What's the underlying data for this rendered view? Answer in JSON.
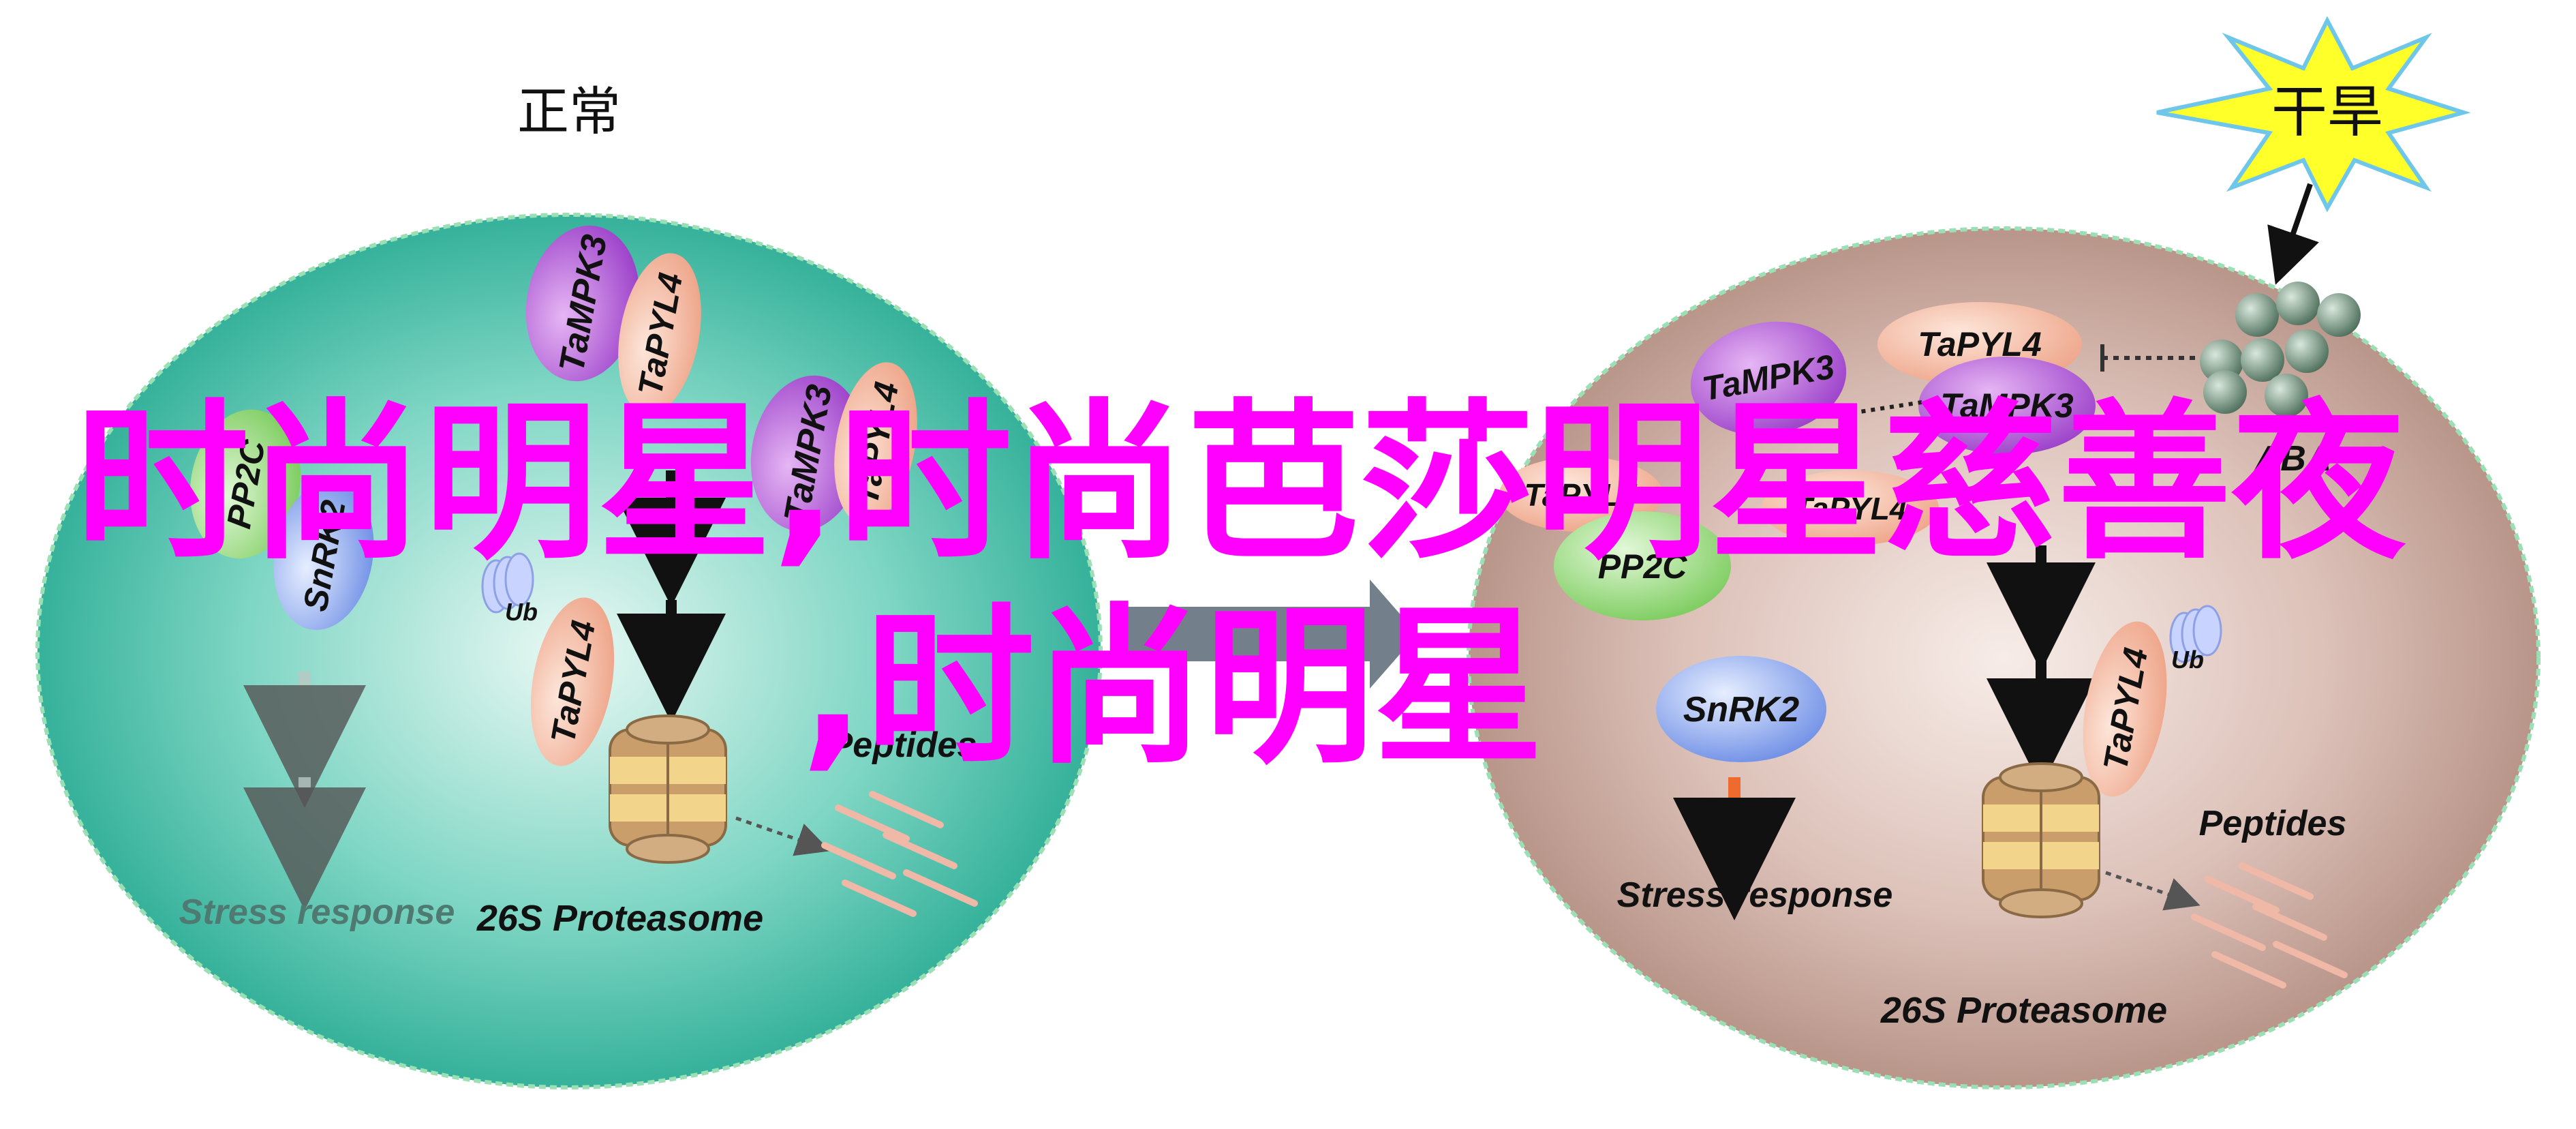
{
  "colors": {
    "normal_cell": "#3fbfa9",
    "drought_cell": "#c4a59b",
    "overlay_text": "#ff00ff",
    "mpk3": "#b65fd8",
    "pyl4": "#f1b59c",
    "pp2c": "#8fd97a",
    "snrk2": "#7f9ef0",
    "stress_arrow_drought": "#ee6a2d",
    "stress_arrow_normal": "#b8c9c3",
    "proteasome": "#c99e6b",
    "peptides": "#f0b8a6",
    "aba_sphere": "#6f8f7a"
  },
  "left_panel": {
    "title": "正常",
    "tampk3": "TaMPK3",
    "tapyl4_top": "TaPYL4",
    "tampk3_2": "TaMPK3",
    "tapyl4_2": "TaPYL4",
    "pp2c": "PP2C",
    "snrk2": "SnRK2",
    "ub": "Ub",
    "tapyl4_bottom": "TaPYL4",
    "peptides": "Peptides",
    "proteasome": "26S Proteasome",
    "stress_response": "Stress response"
  },
  "right_panel": {
    "title": "干旱",
    "tampk3": "TaMPK3",
    "tapyl4": "TaPYL4",
    "tampk3_2": "TaMPK3",
    "aba": "ABA",
    "tapyl4_partial": "TaPYL4",
    "tapyl4_partial2": "TaPYL4",
    "pp2c": "PP2C",
    "snrk2": "SnRK2",
    "ub": "Ub",
    "tapyl4_side": "TaPYL4",
    "peptides": "Peptides",
    "proteasome": "26S Proteasome",
    "stress_response": "Stress response"
  },
  "overlay": {
    "line1": "时尚明星,时尚芭莎明星慈善夜",
    "line2": ",时尚明星"
  }
}
